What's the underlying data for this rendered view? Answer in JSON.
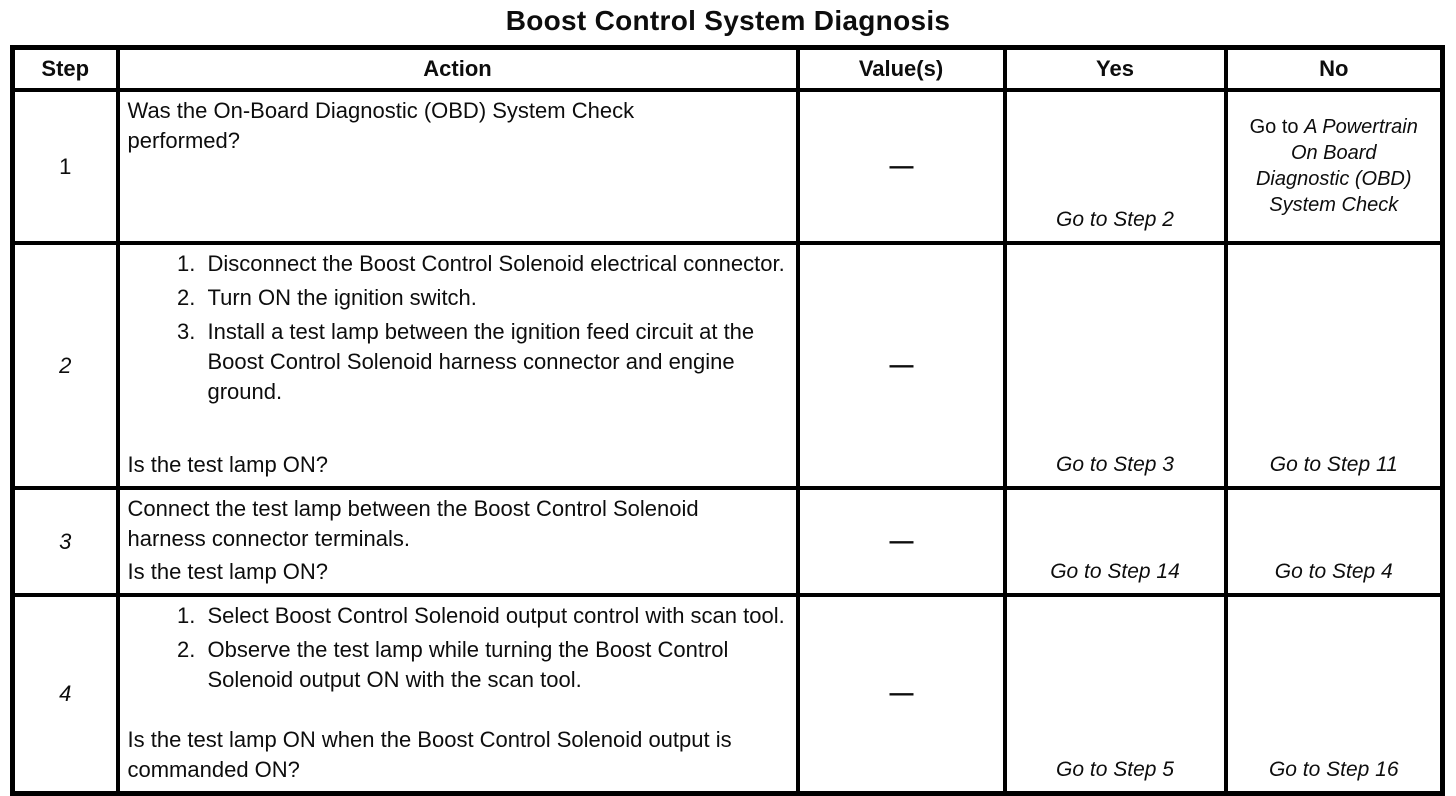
{
  "title": "Boost Control System Diagnosis",
  "table": {
    "headers": {
      "step": "Step",
      "action": "Action",
      "values": "Value(s)",
      "yes": "Yes",
      "no": "No"
    },
    "rows": [
      {
        "step": "1",
        "action": {
          "text": "Was the On-Board Diagnostic (OBD) System Check performed?"
        },
        "value": "—",
        "yes": "Go to Step 2",
        "no_ref": {
          "prefix": "Go to ",
          "target": "A Powertrain On Board Diagnostic (OBD) System Check"
        }
      },
      {
        "step": "2",
        "action": {
          "list": [
            "Disconnect the Boost Control Solenoid electrical connector.",
            "Turn ON the ignition switch.",
            "Install a test lamp between the ignition feed circuit at the Boost Control Solenoid harness connector and engine ground."
          ],
          "question": "Is the test lamp ON?"
        },
        "value": "—",
        "yes": "Go to Step 3",
        "no": "Go to Step 11"
      },
      {
        "step": "3",
        "action": {
          "text": "Connect the test lamp between the Boost Control Solenoid harness connector terminals.",
          "question": "Is the test lamp ON?"
        },
        "value": "—",
        "yes": "Go to Step 14",
        "no": "Go to Step 4"
      },
      {
        "step": "4",
        "action": {
          "list": [
            "Select Boost Control Solenoid output control with scan tool.",
            "Observe the test lamp while turning the Boost Control Solenoid output ON with the scan tool."
          ],
          "question": "Is the test lamp ON when the Boost Control Solenoid output is commanded ON?"
        },
        "value": "—",
        "yes": "Go to Step 5",
        "no": "Go to Step 16"
      }
    ]
  },
  "colors": {
    "ink": "#0d0d0d",
    "border": "#000000",
    "paper": "#ffffff"
  }
}
